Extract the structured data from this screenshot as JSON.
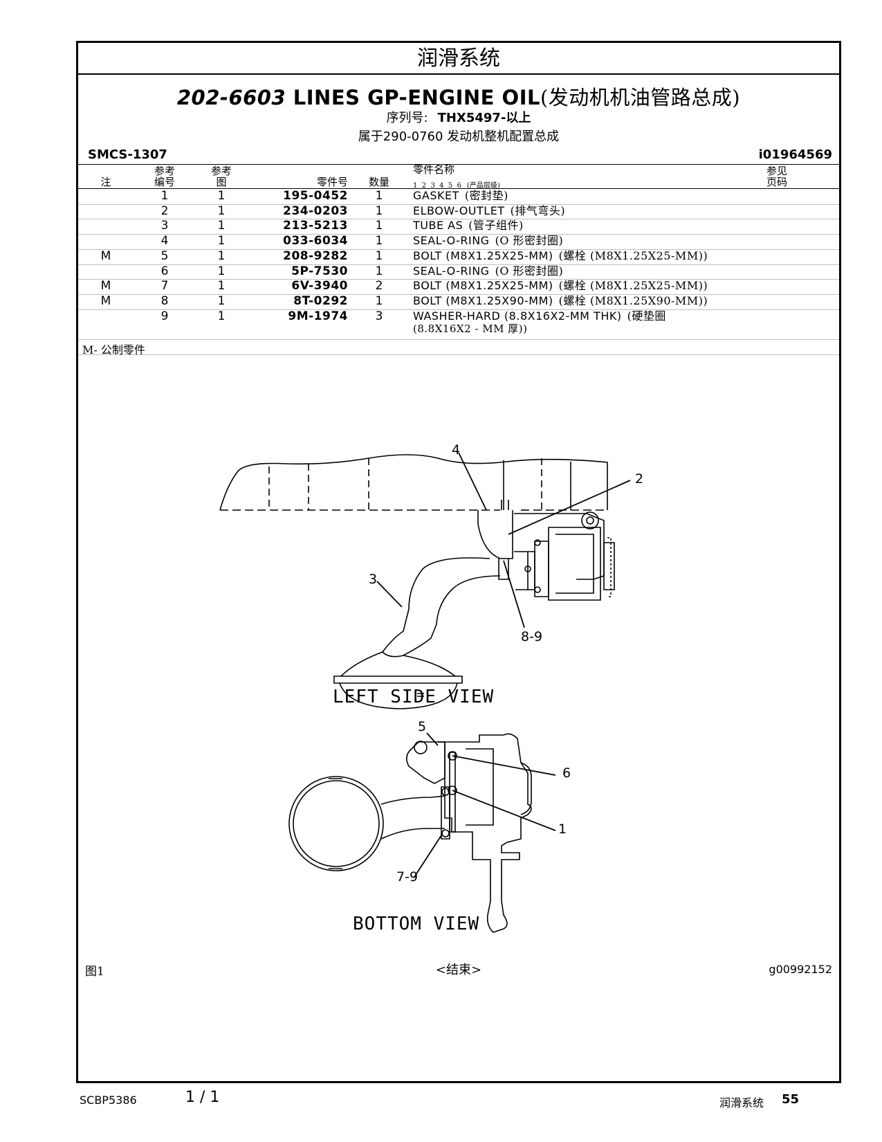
{
  "header": {
    "section_title": "润滑系统",
    "group_part_number": "202-6603",
    "group_name": "LINES GP-ENGINE OIL",
    "group_name_cn": "(发动机机油管路总成)",
    "serial_label": "序列号:",
    "serial_value": "THX5497-以上",
    "belongs_to": "属于290-0760 发动机整机配置总成",
    "smcs": "SMCS-1307",
    "illustration_id": "i01964569"
  },
  "table": {
    "columns": {
      "note": "注",
      "ref_no_1": "参考",
      "ref_no_2": "编号",
      "ref_fig_1": "参考",
      "ref_fig_2": "图",
      "part_number": "零件号",
      "qty": "数量",
      "part_name": "零件名称",
      "levels": "1  2  3  4  5  6",
      "levels_note": "(产品层级)",
      "see_page_1": "参见",
      "see_page_2": "页码"
    },
    "rows": [
      {
        "note": "",
        "ref": "1",
        "fig": "1",
        "part": "195-0452",
        "qty": "1",
        "name": "GASKET",
        "name_cn": "(密封垫)"
      },
      {
        "note": "",
        "ref": "2",
        "fig": "1",
        "part": "234-0203",
        "qty": "1",
        "name": "ELBOW-OUTLET",
        "name_cn": "(排气弯头)"
      },
      {
        "note": "",
        "ref": "3",
        "fig": "1",
        "part": "213-5213",
        "qty": "1",
        "name": "TUBE AS",
        "name_cn": "(管子组件)"
      },
      {
        "note": "",
        "ref": "4",
        "fig": "1",
        "part": "033-6034",
        "qty": "1",
        "name": "SEAL-O-RING",
        "name_cn": "(O 形密封圈)"
      },
      {
        "note": "M",
        "ref": "5",
        "fig": "1",
        "part": "208-9282",
        "qty": "1",
        "name": "BOLT (M8X1.25X25-MM)",
        "name_cn": "(螺栓 (M8X1.25X25-MM))"
      },
      {
        "note": "",
        "ref": "6",
        "fig": "1",
        "part": "5P-7530",
        "qty": "1",
        "name": "SEAL-O-RING",
        "name_cn": "(O 形密封圈)"
      },
      {
        "note": "M",
        "ref": "7",
        "fig": "1",
        "part": "6V-3940",
        "qty": "2",
        "name": "BOLT (M8X1.25X25-MM)",
        "name_cn": "(螺栓 (M8X1.25X25-MM))"
      },
      {
        "note": "M",
        "ref": "8",
        "fig": "1",
        "part": "8T-0292",
        "qty": "1",
        "name": "BOLT (M8X1.25X90-MM)",
        "name_cn": "(螺栓 (M8X1.25X90-MM))"
      },
      {
        "note": "",
        "ref": "9",
        "fig": "1",
        "part": "9M-1974",
        "qty": "3",
        "name": "WASHER-HARD (8.8X16X2-MM THK)",
        "name_cn": "(硬垫圈",
        "name_cn_2": "(8.8X16X2 - MM 厚))"
      }
    ],
    "footnote": "M- 公制零件"
  },
  "figure": {
    "view_left": "LEFT SIDE VIEW",
    "view_bottom": "BOTTOM VIEW",
    "callouts": {
      "c1": "1",
      "c2": "2",
      "c3": "3",
      "c4": "4",
      "c5": "5",
      "c6": "6",
      "c79": "7-9",
      "c89": "8-9"
    },
    "figure_label": "图1",
    "end_mark": "<结束>",
    "graphic_id": "g00992152"
  },
  "footer": {
    "doc_number": "SCBP5386",
    "page_of": "1 / 1",
    "section": "润滑系统",
    "page_number": "55"
  }
}
